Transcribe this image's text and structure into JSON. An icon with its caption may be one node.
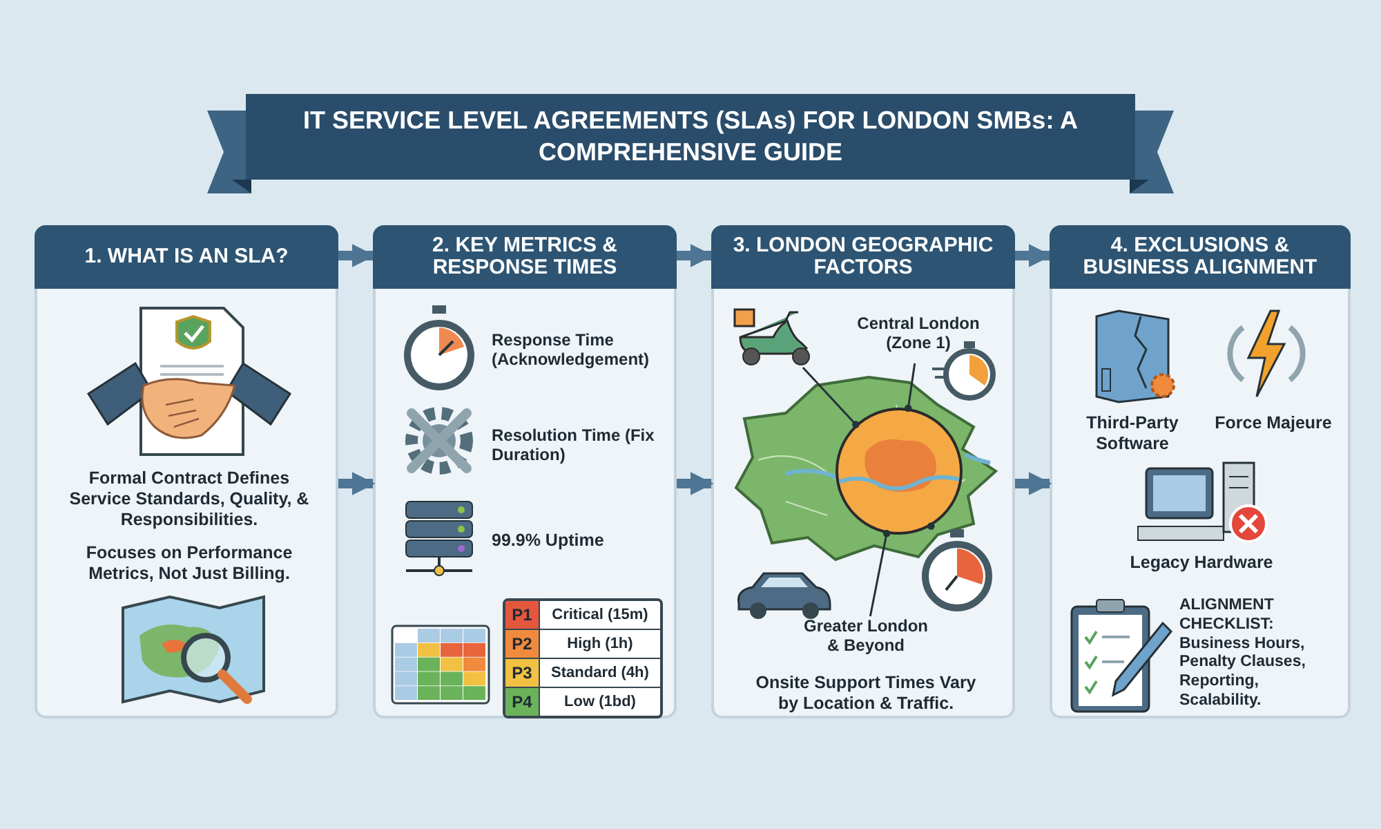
{
  "diagram": {
    "title": "IT SERVICE LEVEL AGREEMENTS (SLAs) FOR LONDON SMBs: A COMPREHENSIVE GUIDE",
    "nodes": [
      {
        "text": [
          "1. WHAT IS AN SLA?",
          "Formal Contract Defines Service Standards, Quality, & Responsibilities.",
          "Focuses on Performance Metrics, Not Just Billing."
        ]
      },
      {
        "text": [
          "2. KEY METRICS & RESPONSE TIMES",
          "Response Time (Acknowledgement)",
          "Resolution Time (Fix Duration)",
          "99.9% Uptime"
        ]
      },
      {
        "text": [
          "3. LONDON GEOGRAPHIC FACTORS",
          "Onsite Support Times Vary by Location & Traffic."
        ]
      },
      {
        "text": [
          "4. EXCLUSIONS & BUSINESS ALIGNMENT",
          "Third-Party Software",
          "Force Majeure",
          "Legacy Hardware",
          "**ALIGNMENT CHECKLIST:** Business Hours, Penalty Clauses, Reporting, Scalability."
        ]
      },
      {
        "text": [],
        "shape": "picture",
        "in": 2
      },
      {
        "text": [
          "Central London (Zone 1)"
        ],
        "in": 2
      },
      {
        "text": [],
        "shape": "circle",
        "in": 2
      },
      {
        "text": [],
        "shape": "picture",
        "in": 2
      },
      {
        "text": [
          "Greater London & Beyond"
        ],
        "in": 2
      }
    ],
    "edges": [
      {
        "from": 0,
        "to": 1,
        "arrow": "to"
      },
      {
        "from": 0,
        "to": 1,
        "arrow": "to"
      },
      {
        "from": 1,
        "to": 2,
        "arrow": "to"
      },
      {
        "from": 1,
        "to": 2,
        "arrow": "to"
      },
      {
        "from": 2,
        "to": 3,
        "arrow": "to"
      },
      {
        "from": 2,
        "to": 3,
        "arrow": "to"
      },
      {
        "from": 4,
        "to": 6,
        "arrow": "other",
        "color": "#263238"
      },
      {
        "from": 5,
        "to": 6,
        "arrow": "other",
        "color": "#263238"
      },
      {
        "from": 7,
        "to": 6,
        "arrow": "other",
        "color": "#263238"
      },
      {
        "from": 8,
        "to": 6,
        "arrow": "other",
        "color": "#263238"
      }
    ],
    "labels": [
      "P1",
      "Critical (15m)",
      "P2",
      "High (1h)",
      "P3",
      "Standard (4h)",
      "P4",
      "Low (1bd)"
    ]
  }
}
